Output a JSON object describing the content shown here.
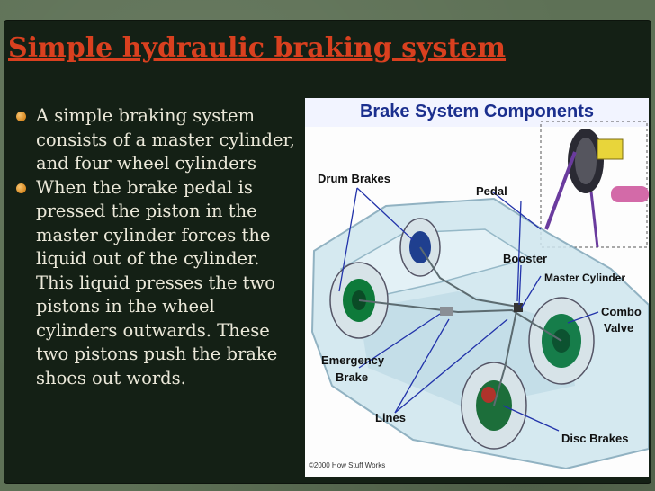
{
  "slide": {
    "title": "Simple hydraulic braking system",
    "bullets": [
      "A simple braking system consists of a master cylinder, and four wheel cylinders",
      "When the brake pedal is pressed the piston in the master cylinder forces the liquid out of the cylinder. This liquid presses the two pistons in the wheel cylinders outwards. These two pistons push the brake shoes out words."
    ]
  },
  "figure": {
    "title": "Brake System Components",
    "labels": {
      "drum_brakes": "Drum Brakes",
      "pedal": "Pedal",
      "booster": "Booster",
      "master_cylinder": "Master Cylinder",
      "combo_valve_1": "Combo",
      "combo_valve_2": "Valve",
      "emergency_brake_1": "Emergency",
      "emergency_brake_2": "Brake",
      "lines": "Lines",
      "disc_brakes": "Disc Brakes"
    },
    "credit": "©2000 How Stuff Works"
  },
  "colors": {
    "title": "#d9401f",
    "bullet_text": "#ebe8d9",
    "panel": "#142015",
    "frame": "#5e7156",
    "figure_title": "#1b2f8e"
  }
}
